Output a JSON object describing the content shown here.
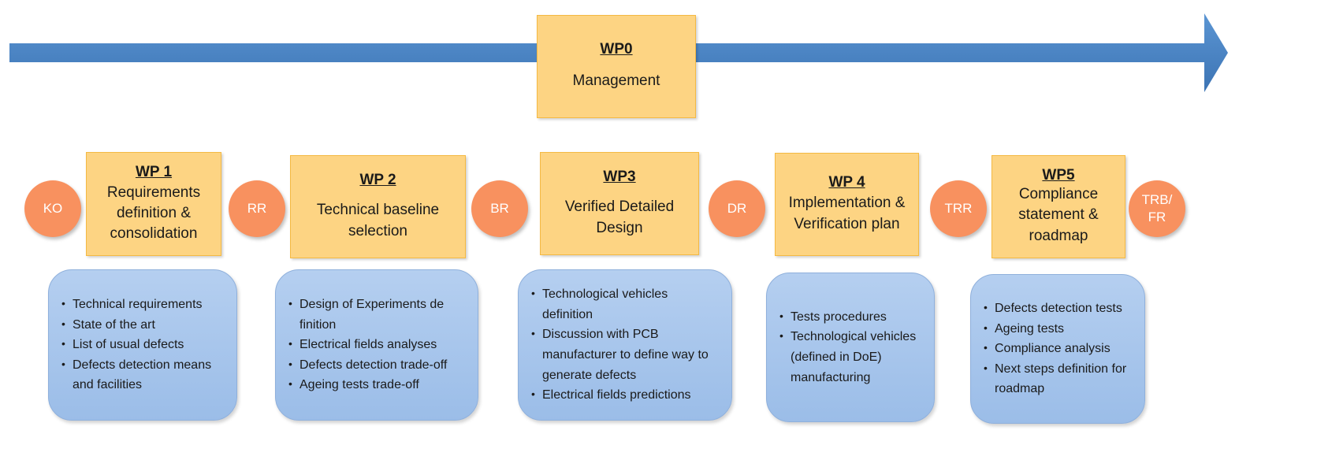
{
  "management": {
    "code": "WP0",
    "name": "Management"
  },
  "milestones": [
    "KO",
    "RR",
    "BR",
    "DR",
    "TRR",
    "TRB/ FR"
  ],
  "packages": [
    {
      "code": "WP 1",
      "name": "Requirements definition & consolidation",
      "items": [
        "Technical requirements",
        "State of the art",
        "List of usual defects",
        "Defects detection means and facilities"
      ]
    },
    {
      "code": "WP 2",
      "name": "Technical baseline selection",
      "items": [
        "Design of Experiments de finition",
        "Electrical fields analyses",
        "Defects detection trade-off",
        "Ageing tests trade-off"
      ]
    },
    {
      "code": "WP3",
      "name": "Verified Detailed Design",
      "items": [
        "Technological vehicles definition",
        "Discussion with PCB manufacturer to define way to generate defects",
        "Electrical fields predictions"
      ]
    },
    {
      "code": "WP 4",
      "name": "Implementation & Verification plan",
      "items": [
        "Tests procedures",
        "Technological vehicles (defined in DoE) manufacturing"
      ]
    },
    {
      "code": "WP5",
      "name": "Compliance statement & roadmap",
      "items": [
        "Defects detection tests",
        "Ageing tests",
        "Compliance analysis",
        "Next steps definition for roadmap"
      ]
    }
  ],
  "colors": {
    "arrow": "#4a84c4",
    "wp_box": "#fdd483",
    "milestone": "#f8915f",
    "card": "#a8c6ec"
  }
}
